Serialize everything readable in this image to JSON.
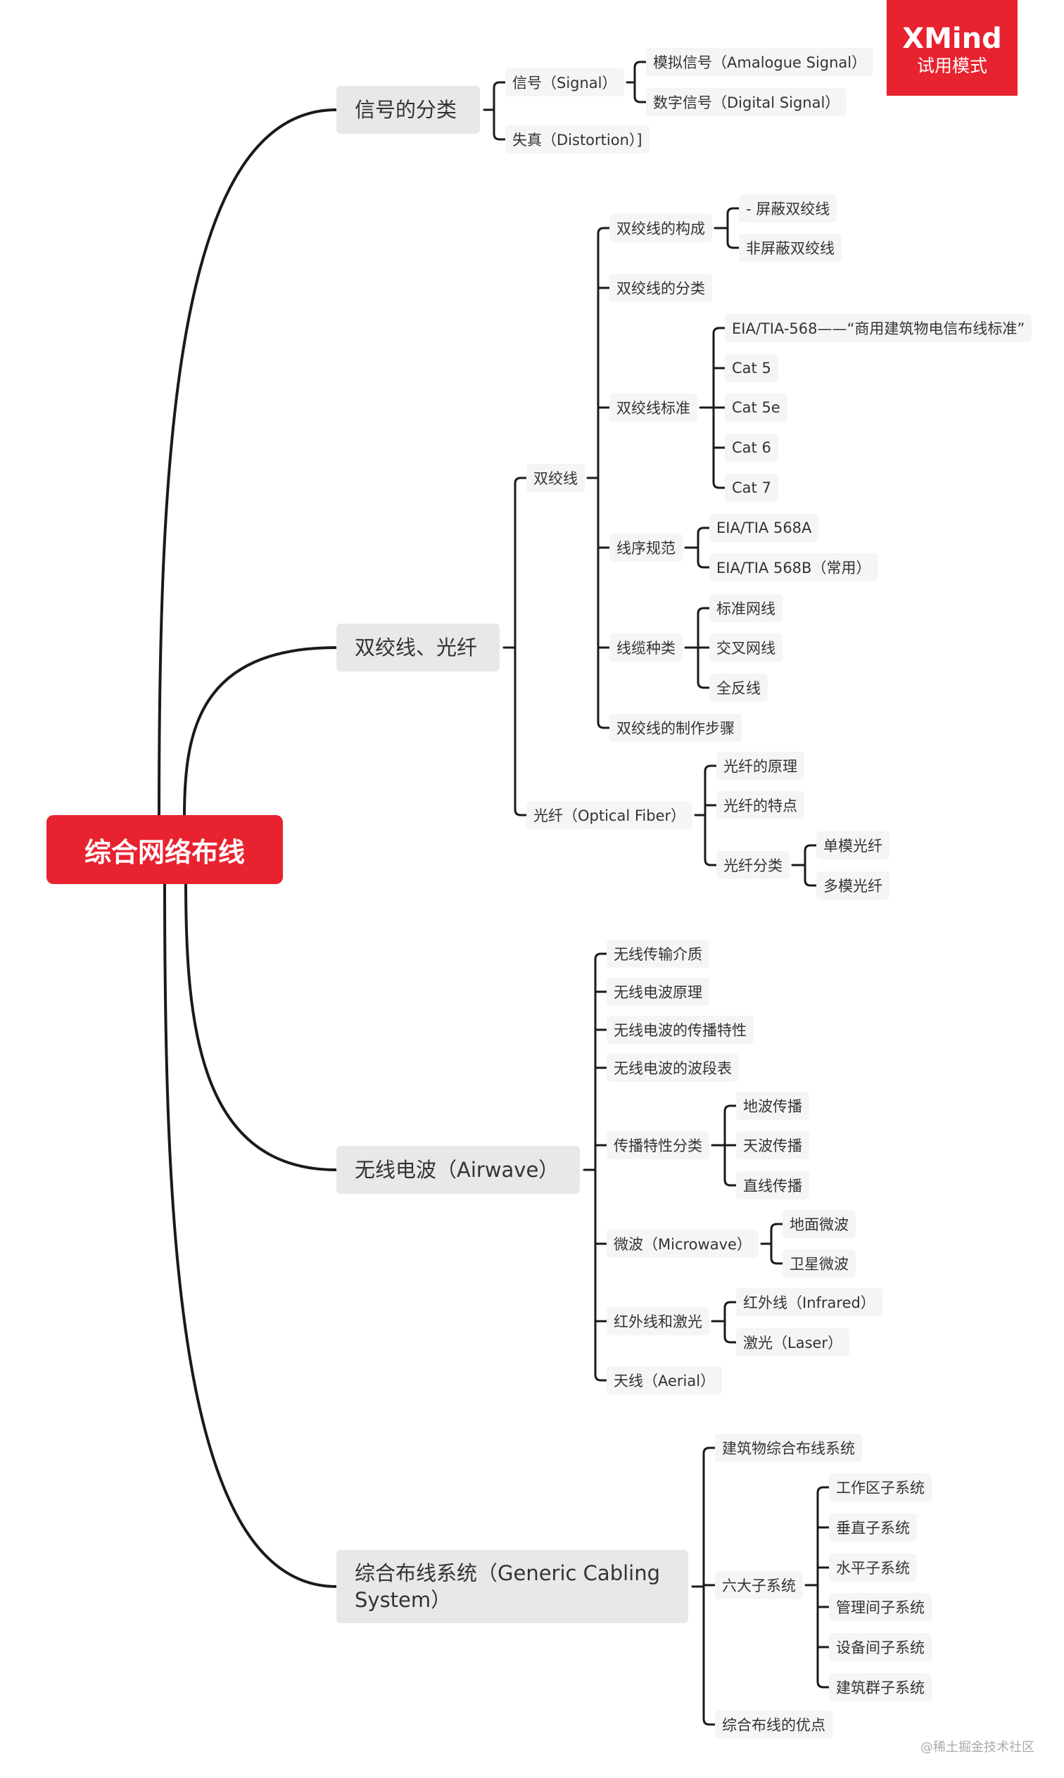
{
  "badge": {
    "brand": "XMind",
    "mode": "试用模式"
  },
  "watermark": "@稀土掘金技术社区",
  "colors": {
    "root": "#e8222f",
    "line": "#1a1a1a",
    "main_fill": "#e8e8e8",
    "leaf_fill": "#f5f5f5"
  },
  "root": {
    "label": "综合网络布线",
    "children": [
      {
        "label": "信号的分类",
        "children": [
          {
            "label": "信号（Signal）",
            "children": [
              {
                "label": "模拟信号（Amalogue Signal）"
              },
              {
                "label": "数字信号（Digital Signal）"
              }
            ]
          },
          {
            "label": "失真（Distortion）]"
          }
        ]
      },
      {
        "label": "双绞线、光纤",
        "children": [
          {
            "label": "双绞线",
            "children": [
              {
                "label": "双绞线的构成",
                "children": [
                  {
                    "label": "- 屏蔽双绞线"
                  },
                  {
                    "label": "非屏蔽双绞线"
                  }
                ]
              },
              {
                "label": "双绞线的分类"
              },
              {
                "label": "双绞线标准",
                "children": [
                  {
                    "label": "EIA/TIA-568——“商用建筑物电信布线标准”"
                  },
                  {
                    "label": "Cat 5"
                  },
                  {
                    "label": "Cat 5e"
                  },
                  {
                    "label": "Cat 6"
                  },
                  {
                    "label": "Cat 7"
                  }
                ]
              },
              {
                "label": "线序规范",
                "children": [
                  {
                    "label": "EIA/TIA 568A"
                  },
                  {
                    "label": "EIA/TIA 568B（常用）"
                  }
                ]
              },
              {
                "label": "线缆种类",
                "children": [
                  {
                    "label": "标准网线"
                  },
                  {
                    "label": "交叉网线"
                  },
                  {
                    "label": "全反线"
                  }
                ]
              },
              {
                "label": "双绞线的制作步骤"
              }
            ]
          },
          {
            "label": "光纤（Optical Fiber）",
            "children": [
              {
                "label": "光纤的原理"
              },
              {
                "label": "光纤的特点"
              },
              {
                "label": "光纤分类",
                "children": [
                  {
                    "label": "单模光纤"
                  },
                  {
                    "label": "多模光纤"
                  }
                ]
              }
            ]
          }
        ]
      },
      {
        "label": "无线电波（Airwave）",
        "children": [
          {
            "label": "无线传输介质"
          },
          {
            "label": "无线电波原理"
          },
          {
            "label": "无线电波的传播特性"
          },
          {
            "label": "无线电波的波段表"
          },
          {
            "label": "传播特性分类",
            "children": [
              {
                "label": "地波传播"
              },
              {
                "label": "天波传播"
              },
              {
                "label": "直线传播"
              }
            ]
          },
          {
            "label": "微波（Microwave）",
            "children": [
              {
                "label": "地面微波"
              },
              {
                "label": "卫星微波"
              }
            ]
          },
          {
            "label": "红外线和激光",
            "children": [
              {
                "label": "红外线（Infrared）"
              },
              {
                "label": "激光（Laser）"
              }
            ]
          },
          {
            "label": "天线（Aerial）"
          }
        ]
      },
      {
        "label": "综合布线系统（Generic Cabling System）",
        "children": [
          {
            "label": "建筑物综合布线系统"
          },
          {
            "label": "六大子系统",
            "children": [
              {
                "label": "工作区子系统"
              },
              {
                "label": "垂直子系统"
              },
              {
                "label": "水平子系统"
              },
              {
                "label": "管理间子系统"
              },
              {
                "label": "设备间子系统"
              },
              {
                "label": "建筑群子系统"
              }
            ]
          },
          {
            "label": "综合布线的优点"
          }
        ]
      }
    ]
  }
}
